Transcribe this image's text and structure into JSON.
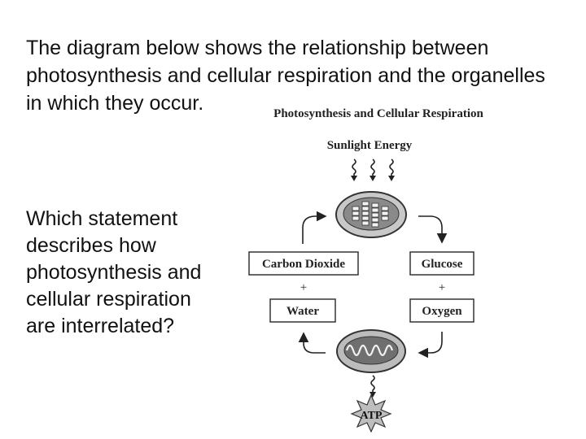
{
  "intro": {
    "lines": [
      "The diagram below shows the relationship between",
      "photosynthesis and cellular respiration and the organelles",
      "in which they occur."
    ]
  },
  "question": {
    "lines": [
      "Which statement",
      "describes how",
      "photosynthesis and",
      "cellular respiration",
      "are interrelated?"
    ]
  },
  "diagram": {
    "title": "Photosynthesis and Cellular Respiration",
    "sunlight_label": "Sunlight Energy",
    "left_boxes": {
      "top": "Carbon Dioxide",
      "plus": "+",
      "bottom": "Water"
    },
    "right_boxes": {
      "top": "Glucose",
      "plus": "+",
      "bottom": "Oxygen"
    },
    "product_label": "ATP",
    "icons": {
      "chloroplast": "chloroplast-icon",
      "mitochondrion": "mitochondrion-icon",
      "sun_rays": "sunlight-ray-icon",
      "atp_burst": "starburst-icon"
    }
  }
}
